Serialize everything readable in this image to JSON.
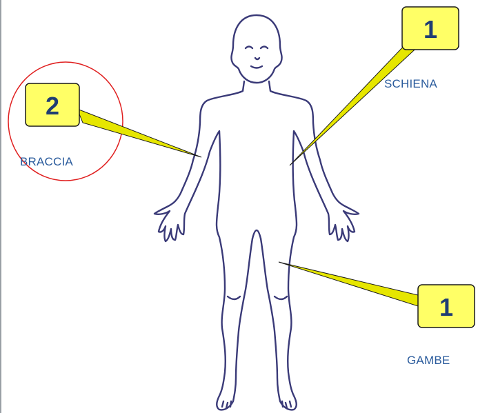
{
  "colors": {
    "body_outline": "#3a3a78",
    "callout_fill": "#ffff66",
    "callout_stroke": "#1a1a1a",
    "pointer_fill": "#e6e600",
    "number_color": "#1f3d73",
    "label_color": "#2a5b9c",
    "highlight_circle": "#e02020"
  },
  "callouts": [
    {
      "id": "braccia",
      "count": "2",
      "label": "BRACCIA",
      "highlighted": true
    },
    {
      "id": "schiena",
      "count": "1",
      "label": "SCHIENA",
      "highlighted": false
    },
    {
      "id": "gambe",
      "count": "1",
      "label": "GAMBE",
      "highlighted": false
    }
  ]
}
